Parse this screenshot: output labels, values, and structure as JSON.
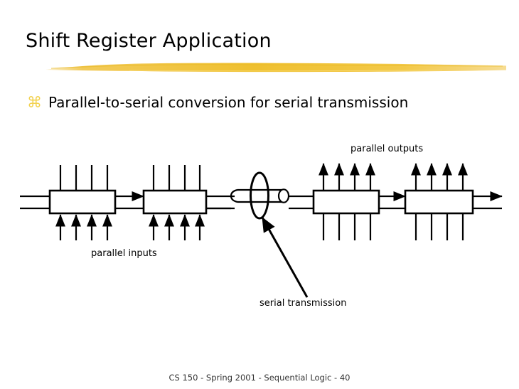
{
  "slide": {
    "title": "Shift Register Application",
    "accent_color": "#F0C13B",
    "background": "#ffffff",
    "text_color": "#000000"
  },
  "bullets": [
    {
      "glyph": "bullet-clover-icon",
      "glyph_char": "⌘",
      "glyph_color": "#F2D14E",
      "text": "Parallel-to-serial conversion for serial transmission"
    }
  ],
  "diagram": {
    "name": "parallel-to-serial-shift-register-diagram",
    "labels": {
      "parallel_outputs": "parallel outputs",
      "parallel_inputs": "parallel inputs",
      "serial_transmission": "serial transmission"
    },
    "blocks": [
      {
        "id": "shift-register-1",
        "side": "transmit"
      },
      {
        "id": "shift-register-2",
        "side": "transmit"
      },
      {
        "id": "shift-register-3",
        "side": "receive"
      },
      {
        "id": "shift-register-4",
        "side": "receive"
      }
    ],
    "cable": {
      "id": "serial-cable",
      "type": "cable-with-coil"
    },
    "line_color": "#000000"
  },
  "footer": {
    "text": "CS 150 - Spring  2001 - Sequential Logic - 40"
  }
}
